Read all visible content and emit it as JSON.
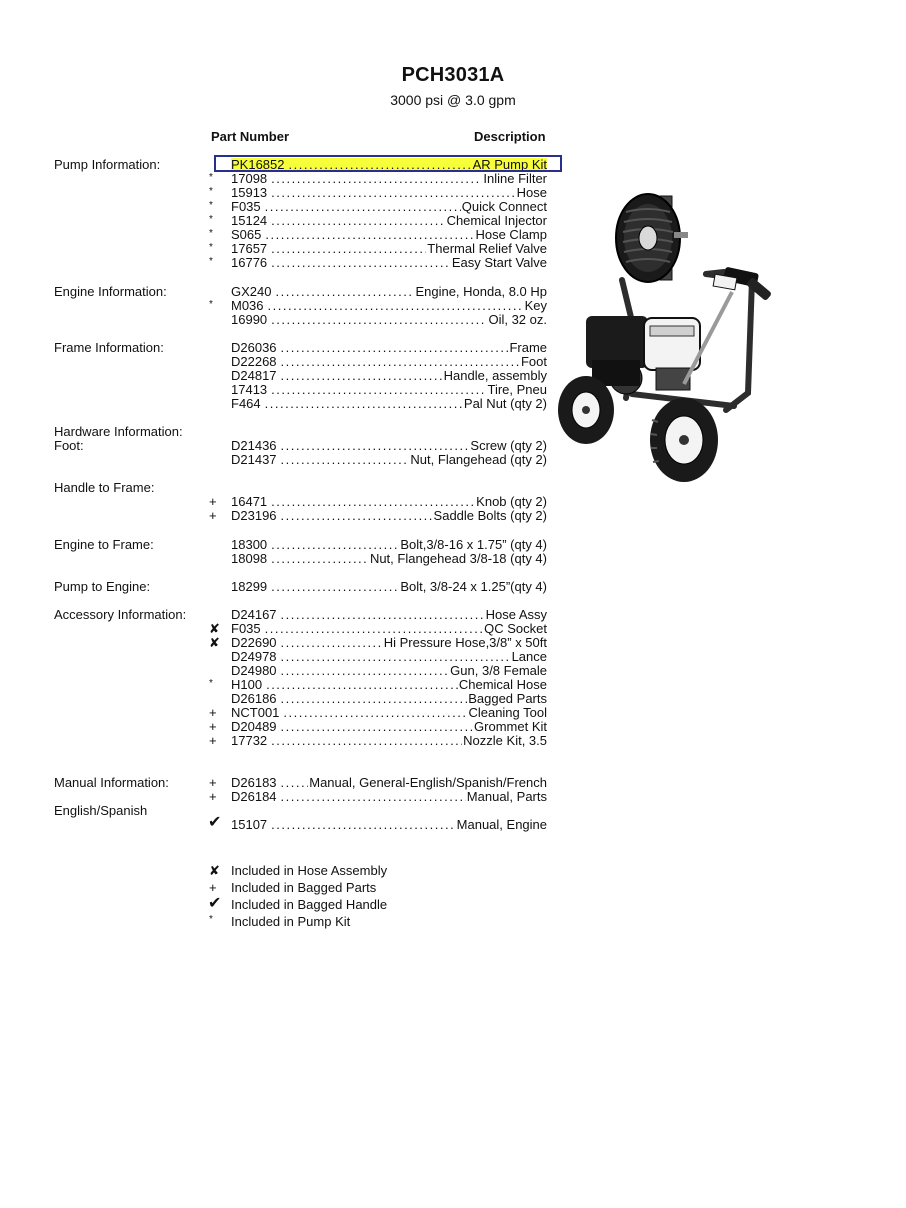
{
  "title": "PCH3031A",
  "subtitle": "3000 psi @ 3.0 gpm",
  "headers": {
    "part_number": "Part Number",
    "description": "Description"
  },
  "sections": {
    "pump": "Pump Information:",
    "engine": "Engine Information:",
    "frame": "Frame Information:",
    "hardware": "Hardware Information:",
    "foot": "Foot:",
    "handle_frame": "Handle to Frame:",
    "engine_frame": "Engine to Frame:",
    "pump_engine": "Pump to Engine:",
    "accessory": "Accessory Information:",
    "manual": "Manual Information:",
    "english_spanish": "English/Spanish"
  },
  "parts": [
    {
      "mark": "",
      "pn": "PK16852",
      "desc": "AR Pump Kit"
    },
    {
      "mark": "*",
      "pn": "17098",
      "desc": "Inline Filter"
    },
    {
      "mark": "*",
      "pn": "15913",
      "desc": "Hose"
    },
    {
      "mark": "*",
      "pn": "F035",
      "desc": "Quick Connect"
    },
    {
      "mark": "*",
      "pn": "15124",
      "desc": "Chemical Injector"
    },
    {
      "mark": "*",
      "pn": "S065",
      "desc": "Hose Clamp"
    },
    {
      "mark": "*",
      "pn": "17657",
      "desc": "Thermal Relief Valve"
    },
    {
      "mark": "*",
      "pn": "16776",
      "desc": "Easy Start Valve"
    },
    {
      "mark": "",
      "pn": "GX240",
      "desc": "Engine, Honda, 8.0 Hp"
    },
    {
      "mark": "*",
      "pn": "M036",
      "desc": "Key"
    },
    {
      "mark": "",
      "pn": "16990",
      "desc": "Oil, 32 oz."
    },
    {
      "mark": "",
      "pn": "D26036",
      "desc": "Frame"
    },
    {
      "mark": "",
      "pn": "D22268",
      "desc": "Foot"
    },
    {
      "mark": "",
      "pn": "D24817",
      "desc": "Handle, assembly"
    },
    {
      "mark": "",
      "pn": "17413",
      "desc": "Tire, Pneu"
    },
    {
      "mark": "",
      "pn": "F464",
      "desc": "Pal Nut (qty 2)"
    },
    {
      "mark": "",
      "pn": "D21436",
      "desc": "Screw (qty 2)"
    },
    {
      "mark": "",
      "pn": "D21437",
      "desc": "Nut, Flangehead (qty 2)"
    },
    {
      "mark": "+",
      "pn": "16471",
      "desc": "Knob (qty 2)"
    },
    {
      "mark": "+",
      "pn": "D23196",
      "desc": "Saddle Bolts (qty 2)"
    },
    {
      "mark": "",
      "pn": "18300",
      "desc": "Bolt,3/8-16 x 1.75” (qty 4)"
    },
    {
      "mark": "",
      "pn": "18098",
      "desc": "Nut, Flangehead 3/8-18 (qty 4)"
    },
    {
      "mark": "",
      "pn": "18299",
      "desc": "Bolt, 3/8-24 x 1.25”(qty 4)"
    },
    {
      "mark": "",
      "pn": "D24167",
      "desc": "Hose Assy"
    },
    {
      "mark": "✘",
      "pn": "F035",
      "desc": "QC Socket"
    },
    {
      "mark": "✘",
      "pn": "D22690",
      "desc": "Hi Pressure Hose,3/8” x 50ft"
    },
    {
      "mark": "",
      "pn": "D24978",
      "desc": "Lance"
    },
    {
      "mark": "",
      "pn": "D24980",
      "desc": "Gun, 3/8 Female"
    },
    {
      "mark": "*",
      "pn": "H100",
      "desc": "Chemical Hose"
    },
    {
      "mark": "",
      "pn": "D26186",
      "desc": "Bagged Parts"
    },
    {
      "mark": "+",
      "pn": "NCT001",
      "desc": "Cleaning Tool"
    },
    {
      "mark": "+",
      "pn": "D20489",
      "desc": "Grommet Kit"
    },
    {
      "mark": "+",
      "pn": "17732",
      "desc": "Nozzle Kit, 3.5"
    },
    {
      "mark": "+",
      "pn": "D26183",
      "desc": "Manual, General-English/Spanish/French"
    },
    {
      "mark": "+",
      "pn": "D26184",
      "desc": "Manual, Parts"
    },
    {
      "mark": "✔",
      "pn": "15107",
      "desc": "Manual, Engine"
    }
  ],
  "legend": [
    {
      "mark": "✘",
      "text": "Included in Hose Assembly"
    },
    {
      "mark": "+",
      "text": "Included in Bagged Parts"
    },
    {
      "mark": "✔",
      "text": "Included in Bagged Handle"
    },
    {
      "mark": "*",
      "text": "Included in Pump Kit"
    }
  ],
  "highlight_color": "#f6ff3a",
  "highlight_border_color": "#2a2f8f"
}
